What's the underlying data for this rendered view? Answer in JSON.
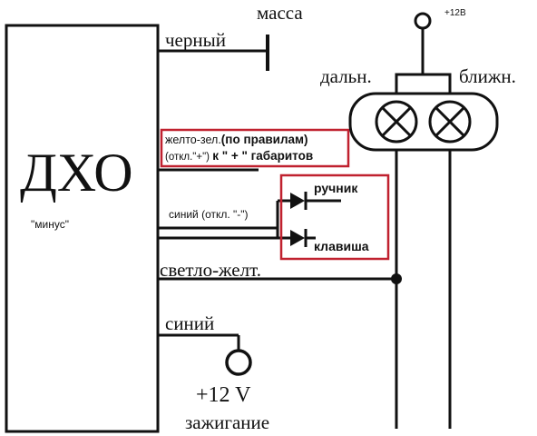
{
  "colors": {
    "line": "#111111",
    "highlight_box": "#c0212f",
    "background": "#ffffff"
  },
  "block": {
    "title": "ДХО",
    "note": "\"минус\""
  },
  "wires": {
    "black": {
      "label": "черный",
      "target": "масса"
    },
    "yellow_green": {
      "line1_prefix": "желто-зел.",
      "line1_bold": "(по правилам)",
      "line2_prefix": "(откл.\"+\")",
      "line2_bold": "к \" + \" габаритов"
    },
    "blue_off": {
      "label": "синий (откл. \"-\")"
    },
    "light_yellow": {
      "label": "светло-желт."
    },
    "blue": {
      "label": "синий",
      "supply": "+12 V",
      "supply_note": "зажигание"
    }
  },
  "lamps": {
    "supply": "+12В",
    "high": "дальн.",
    "low": "ближн."
  },
  "diodes": {
    "top": "ручник",
    "bottom": "клавиша"
  }
}
